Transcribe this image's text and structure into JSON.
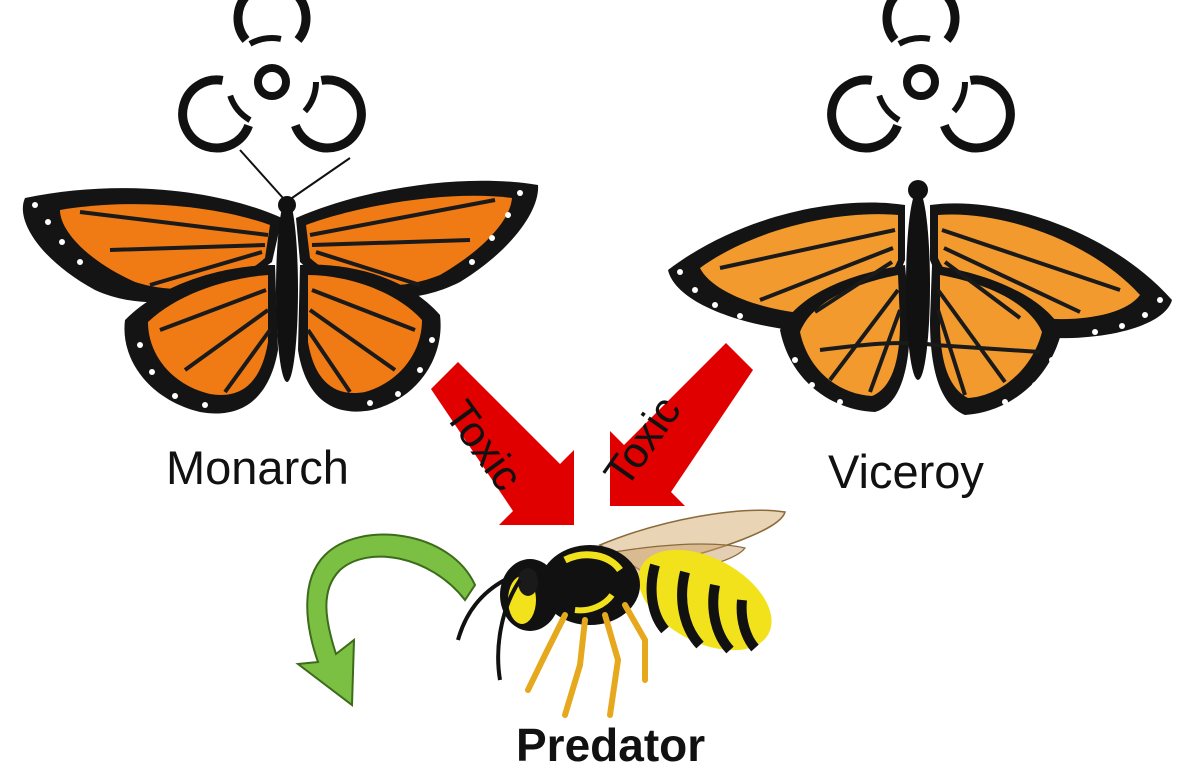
{
  "diagram": {
    "species_left": "Monarch",
    "species_right": "Viceroy",
    "predator": "Predator",
    "arrow_left_label": "Toxic",
    "arrow_right_label": "Toxic"
  },
  "colors": {
    "arrow_toxic": "#e00000",
    "arrow_avoid": "#7bc043",
    "wing_orange": "#f07a14",
    "wing_black": "#141414",
    "wasp_yellow": "#f2e21c"
  },
  "icons": [
    "biohazard-icon",
    "biohazard-icon"
  ]
}
